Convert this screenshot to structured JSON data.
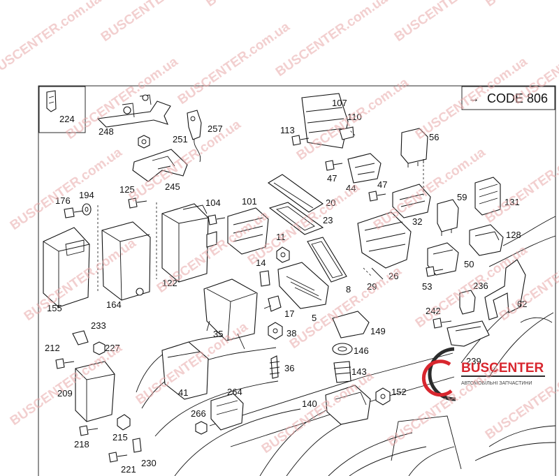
{
  "code_box": {
    "arrow": "→",
    "text": "CODE 806"
  },
  "labels": [
    {
      "id": "224",
      "text": "224"
    },
    {
      "id": "248",
      "text": "248"
    },
    {
      "id": "251",
      "text": "251"
    },
    {
      "id": "257",
      "text": "257"
    },
    {
      "id": "245",
      "text": "245"
    },
    {
      "id": "107",
      "text": "107"
    },
    {
      "id": "110",
      "text": "110"
    },
    {
      "id": "113",
      "text": "113"
    },
    {
      "id": "56",
      "text": "56"
    },
    {
      "id": "47a",
      "text": "47"
    },
    {
      "id": "44",
      "text": "44"
    },
    {
      "id": "47b",
      "text": "47"
    },
    {
      "id": "176",
      "text": "176"
    },
    {
      "id": "194",
      "text": "194"
    },
    {
      "id": "125",
      "text": "125"
    },
    {
      "id": "104",
      "text": "104"
    },
    {
      "id": "101",
      "text": "101"
    },
    {
      "id": "20",
      "text": "20"
    },
    {
      "id": "23",
      "text": "23"
    },
    {
      "id": "59",
      "text": "59"
    },
    {
      "id": "131",
      "text": "131"
    },
    {
      "id": "32",
      "text": "32"
    },
    {
      "id": "11",
      "text": "11"
    },
    {
      "id": "128",
      "text": "128"
    },
    {
      "id": "14",
      "text": "14"
    },
    {
      "id": "50",
      "text": "50"
    },
    {
      "id": "26",
      "text": "26"
    },
    {
      "id": "155",
      "text": "155"
    },
    {
      "id": "164",
      "text": "164"
    },
    {
      "id": "122",
      "text": "122"
    },
    {
      "id": "8",
      "text": "8"
    },
    {
      "id": "29",
      "text": "29"
    },
    {
      "id": "53",
      "text": "53"
    },
    {
      "id": "236",
      "text": "236"
    },
    {
      "id": "17",
      "text": "17"
    },
    {
      "id": "62",
      "text": "62"
    },
    {
      "id": "5",
      "text": "5"
    },
    {
      "id": "242",
      "text": "242"
    },
    {
      "id": "233",
      "text": "233"
    },
    {
      "id": "35",
      "text": "35"
    },
    {
      "id": "38",
      "text": "38"
    },
    {
      "id": "149",
      "text": "149"
    },
    {
      "id": "212",
      "text": "212"
    },
    {
      "id": "227",
      "text": "227"
    },
    {
      "id": "146",
      "text": "146"
    },
    {
      "id": "239",
      "text": "239"
    },
    {
      "id": "36",
      "text": "36"
    },
    {
      "id": "143",
      "text": "143"
    },
    {
      "id": "209",
      "text": "209"
    },
    {
      "id": "264",
      "text": "264"
    },
    {
      "id": "41",
      "text": "41"
    },
    {
      "id": "152",
      "text": "152"
    },
    {
      "id": "140",
      "text": "140"
    },
    {
      "id": "266",
      "text": "266"
    },
    {
      "id": "218",
      "text": "218"
    },
    {
      "id": "215",
      "text": "215"
    },
    {
      "id": "221",
      "text": "221"
    },
    {
      "id": "230",
      "text": "230"
    }
  ],
  "watermark": {
    "text": "BUSCENTER.com.ua"
  },
  "logo": {
    "brand": "BUSCENTER",
    "subtitle": "АВТОМОБІЛЬНІ ЗАПЧАСТИНИ",
    "accent_color": "#d8262e",
    "ring_color": "#2c2c2c"
  }
}
